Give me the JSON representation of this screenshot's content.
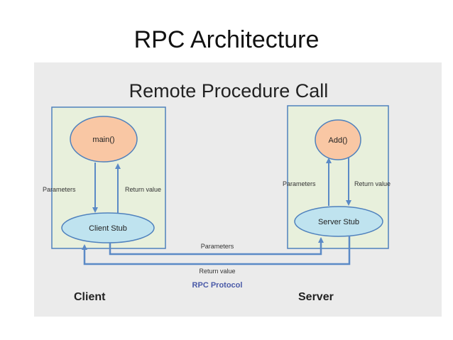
{
  "slide": {
    "title": "RPC Architecture"
  },
  "diagram": {
    "heading": "Remote Procedure Call",
    "client": {
      "label": "Client",
      "procedure": "main()",
      "stub": "Client Stub",
      "parameters_label": "Parameters",
      "return_label": "Return value"
    },
    "server": {
      "label": "Server",
      "procedure": "Add()",
      "stub": "Server Stub",
      "parameters_label": "Parameters",
      "return_label": "Return value"
    },
    "network": {
      "parameters_label": "Parameters",
      "return_label": "Return value",
      "protocol_label": "RPC Protocol"
    },
    "colors": {
      "panel_bg": "#ebebeb",
      "box_fill": "#e8f0dc",
      "box_stroke": "#4f81bd",
      "procedure_fill": "#f9c7a4",
      "stub_fill": "#bfe3ef",
      "arrow": "#5b8ac6",
      "protocol_text": "#4a5aa8"
    }
  }
}
